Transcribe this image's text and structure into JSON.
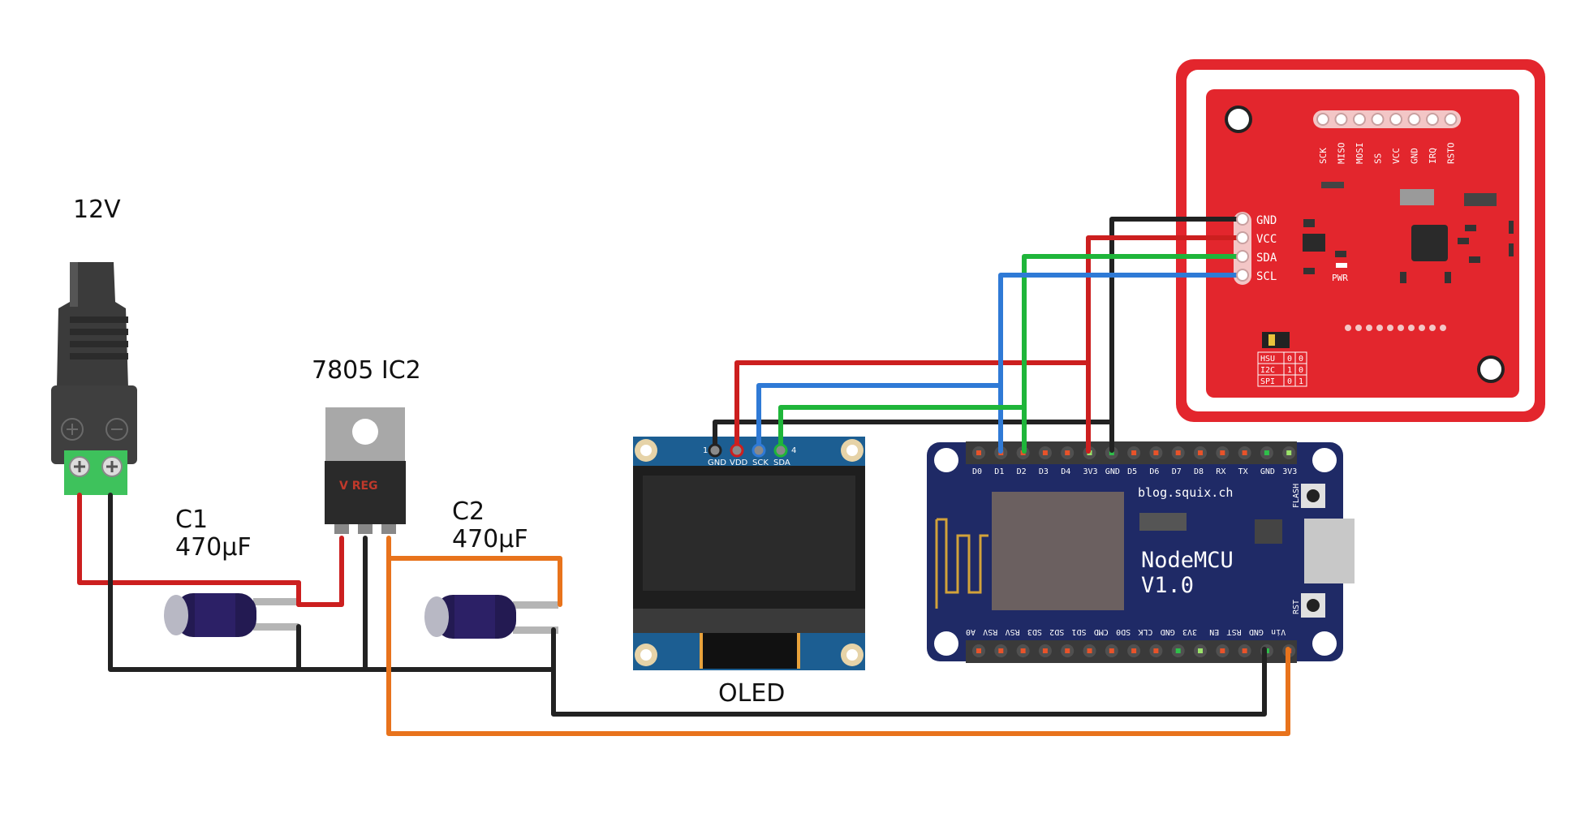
{
  "labels": {
    "power": "12V",
    "regulator": "7805 IC2",
    "c1_name": "C1",
    "c1_value": "470µF",
    "c2_name": "C2",
    "c2_value": "470µF",
    "oled": "OLED",
    "reg_marking": "V REG"
  },
  "oled_pins": {
    "first": "1",
    "last": "4",
    "names": [
      "GND",
      "VDD",
      "SCK",
      "SDA"
    ]
  },
  "rfid": {
    "header_top": [
      "SCK",
      "MISO",
      "MOSI",
      "SS",
      "VCC",
      "GND",
      "IRQ",
      "RSTO"
    ],
    "header_side": [
      "GND",
      "VCC",
      "SDA",
      "SCL"
    ],
    "pwr": "PWR",
    "mode_table": [
      [
        "HSU",
        "0",
        "0"
      ],
      [
        "I2C",
        "1",
        "0"
      ],
      [
        "SPI",
        "0",
        "1"
      ]
    ]
  },
  "nodemcu": {
    "title": "NodeMCU",
    "version": "V1.0",
    "site": "blog.squix.ch",
    "flash": "FLASH",
    "rst": "RST",
    "top_pins": [
      "D0",
      "D1",
      "D2",
      "D3",
      "D4",
      "3V3",
      "GND",
      "D5",
      "D6",
      "D7",
      "D8",
      "RX",
      "TX",
      "GND",
      "3V3"
    ],
    "bottom_pins": [
      "A0",
      "RSV",
      "RSV",
      "SD3",
      "SD2",
      "SD1",
      "CMD",
      "SD0",
      "CLK",
      "GND",
      "3V3",
      "EN",
      "RST",
      "GND",
      "Vin"
    ]
  },
  "colors": {
    "red_wire": "#cc1f1f",
    "black_wire": "#222222",
    "green_wire": "#1fb53a",
    "blue_wire": "#2f7ad6",
    "orange_wire": "#e8731c",
    "rfid_board": "#e3262d",
    "nodemcu_board": "#1f2a66",
    "oled_board": "#1c5e92"
  }
}
